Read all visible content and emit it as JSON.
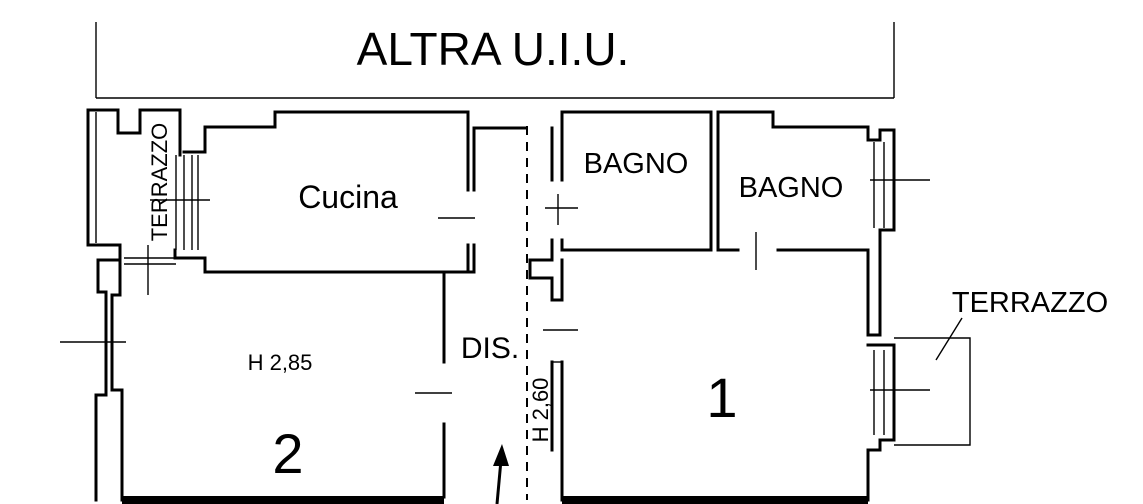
{
  "labels": {
    "altra_uiu": "ALTRA U.I.U.",
    "terrazzo_left": "TERRAZZO",
    "terrazzo_right": "TERRAZZO",
    "cucina": "Cucina",
    "bagno_left": "BAGNO",
    "bagno_right": "BAGNO",
    "dis": "DIS.",
    "height_room2": "H 2,85",
    "height_dis": "H 2,60",
    "room_1": "1",
    "room_2": "2"
  }
}
